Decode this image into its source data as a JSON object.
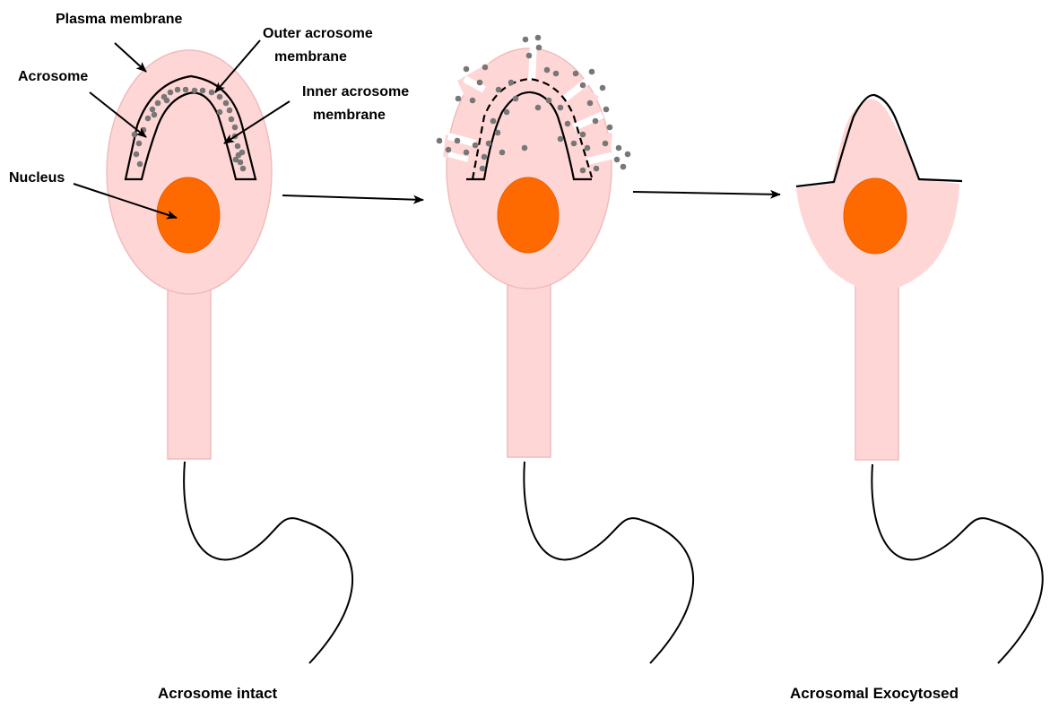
{
  "labels": {
    "plasma_membrane": "Plasma membrane",
    "outer_acrosome_line1": "Outer acrosome",
    "outer_acrosome_line2": "membrane",
    "acrosome": "Acrosome",
    "inner_acrosome_line1": "Inner acrosome",
    "inner_acrosome_line2": "membrane",
    "nucleus": "Nucleus"
  },
  "captions": {
    "stage1": "Acrosome intact",
    "stage3": "Acrosomal Exocytosed"
  },
  "colors": {
    "cell": "#ffd6d6",
    "nucleus": "#ff6a00",
    "granule": "#777777",
    "outline": "#000000"
  }
}
